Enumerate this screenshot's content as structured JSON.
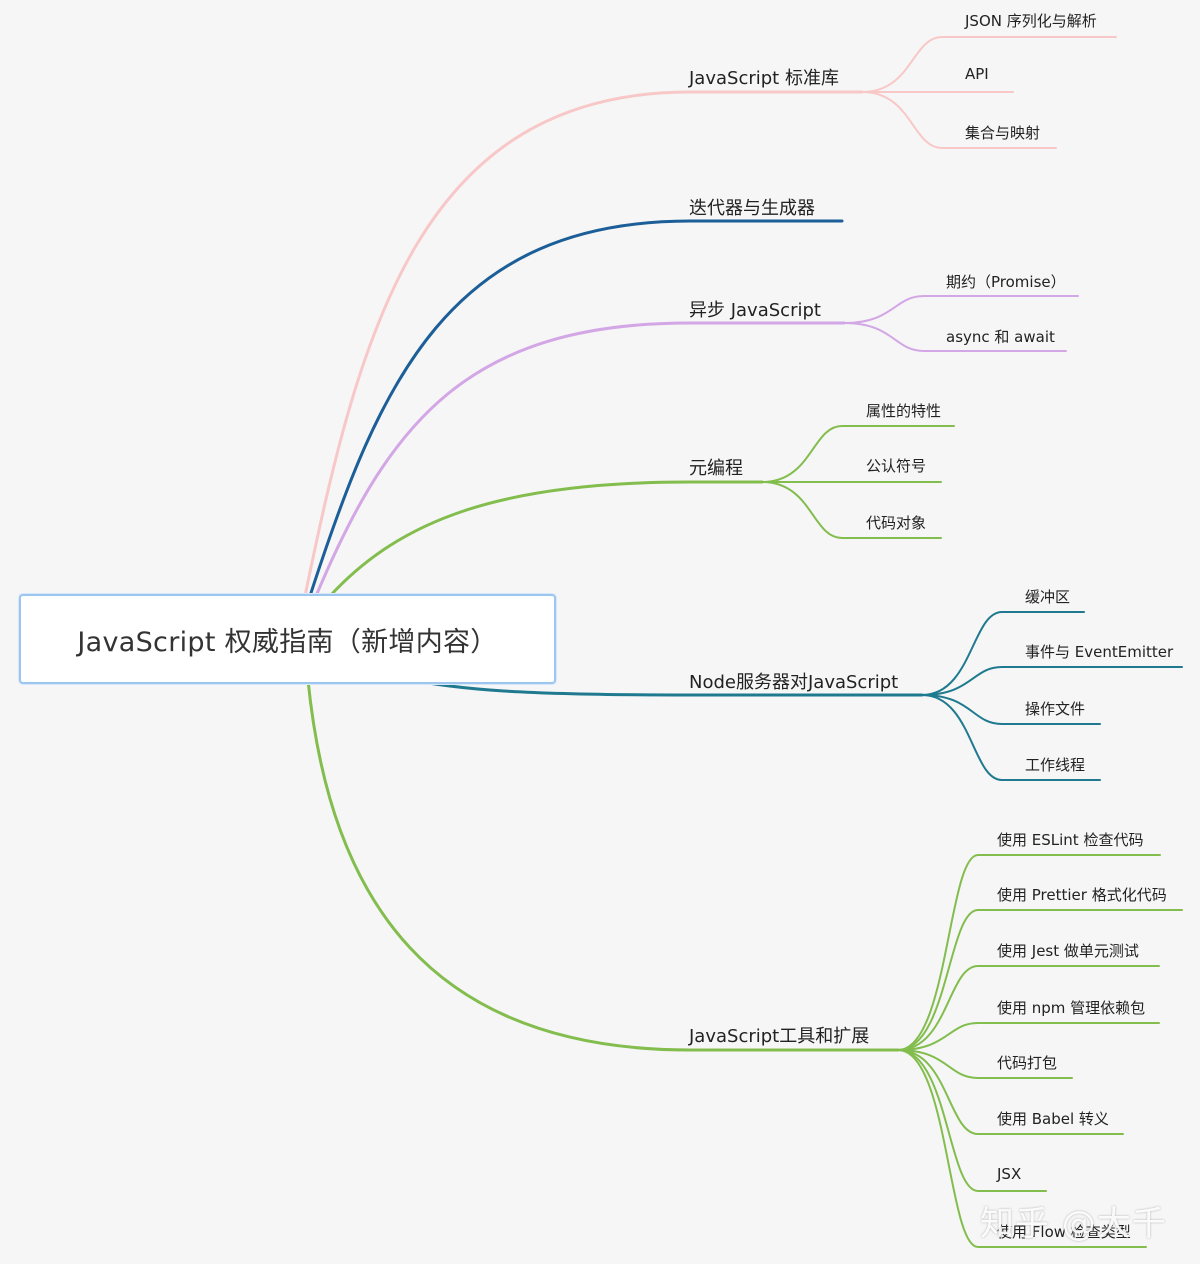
{
  "root": {
    "title": "JavaScript 权威指南（新增内容）"
  },
  "colors": {
    "pink": "#f8c8c8",
    "navy": "#1c5e98",
    "violet": "#d3a6e6",
    "green": "#82bd4d",
    "teal": "#1f7a8f",
    "root_border": "#9cc6ef"
  },
  "branches": [
    {
      "label": "JavaScript 标准库",
      "color": "pink",
      "children": [
        "JSON 序列化与解析",
        "API",
        "集合与映射"
      ]
    },
    {
      "label": "迭代器与生成器",
      "color": "navy",
      "children": []
    },
    {
      "label": "异步 JavaScript",
      "color": "violet",
      "children": [
        "期约（Promise）",
        "async 和 await"
      ]
    },
    {
      "label": "元编程",
      "color": "green",
      "children": [
        "属性的特性",
        "公认符号",
        "代码对象"
      ]
    },
    {
      "label": "Node服务器对JavaScript",
      "color": "teal",
      "children": [
        "缓冲区",
        "事件与 EventEmitter",
        "操作文件",
        "工作线程"
      ]
    },
    {
      "label": "JavaScript工具和扩展",
      "color": "green",
      "children": [
        "使用 ESLint 检查代码",
        "使用 Prettier 格式化代码",
        "使用 Jest 做单元测试",
        "使用 npm 管理依赖包",
        "代码打包",
        "使用 Babel 转义",
        "JSX",
        "使用 Flow 检查类型"
      ]
    }
  ],
  "watermark": "知乎 @大千"
}
